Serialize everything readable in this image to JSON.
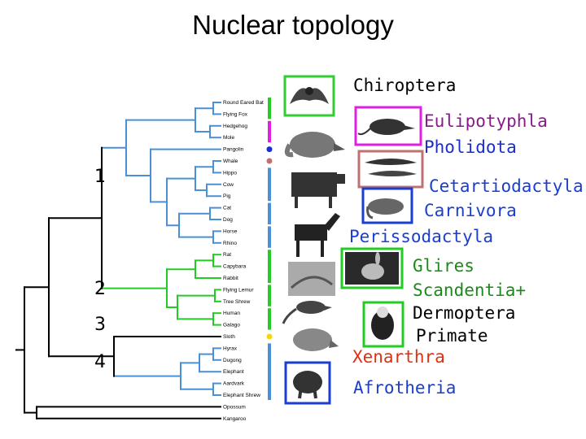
{
  "title": "Nuclear topology",
  "taxa": [
    "Round Eared Bat",
    "Flying Fox",
    "Hedgehog",
    "Mole",
    "Pangolin",
    "Whale",
    "Hippo",
    "Cow",
    "Pig",
    "Cat",
    "Dog",
    "Horse",
    "Rhino",
    "Rat",
    "Capybara",
    "Rabbit",
    "Flying Lemur",
    "Tree Shrew",
    "Human",
    "Galago",
    "Sloth",
    "Hyrax",
    "Dugong",
    "Elephant",
    "Aardvark",
    "Elephant Shrew",
    "Opossum",
    "Kangaroo"
  ],
  "node_numbers": [
    "1",
    "2",
    "3",
    "4"
  ],
  "clades": {
    "chiroptera": "Chiroptera",
    "eulipotyphla": "Eulipotyphla",
    "pholidota": "Pholidota",
    "cetartiodactyla": "Cetartiodactyla",
    "carnivora": "Carnivora",
    "perissodactyla": "Perissodactyla",
    "glires": "Glires",
    "scandentia": "Scandentia+",
    "dermoptera": "Dermoptera",
    "primate": "Primate",
    "xenarthra": "Xenarthra",
    "afrotheria": "Afrotheria"
  },
  "colors": {
    "laurasiatheria": "#4a90d9",
    "euarchontoglires": "#22cc22",
    "afrotheria": "#4a90d9",
    "xenarthra": "#f5d800",
    "eulipotyphla": "#e020e0",
    "pholidota": "#1a2ed0",
    "whale_dot": "#c07070",
    "root": "#000000",
    "clade_text_default": "#000000",
    "clade_text_eulipotyphla": "#8a1a8a",
    "clade_text_pholidota": "#1a2ed0",
    "clade_text_cetartiodactyla": "#1a3ed0",
    "clade_text_carnivora": "#1a3ed0",
    "clade_text_perissodactyla": "#1a3ed0",
    "clade_text_glires": "#1a8a1a",
    "clade_text_scandentia": "#1a8a1a",
    "clade_text_xenarthra": "#e03010",
    "clade_text_afrotheria": "#1a3ed0"
  },
  "images": [
    {
      "name": "bat-image",
      "depicts": "bat"
    },
    {
      "name": "shrew-image",
      "depicts": "shrew"
    },
    {
      "name": "pangolin-image",
      "depicts": "pangolin"
    },
    {
      "name": "dolphin-image",
      "depicts": "dolphins"
    },
    {
      "name": "cow-image",
      "depicts": "cow"
    },
    {
      "name": "civet-image",
      "depicts": "civet"
    },
    {
      "name": "horse-image",
      "depicts": "horse"
    },
    {
      "name": "rabbit-image",
      "depicts": "rabbit"
    },
    {
      "name": "dermoptera-image",
      "depicts": "colugo"
    },
    {
      "name": "armadillo-image",
      "depicts": "armadillo"
    },
    {
      "name": "treeshrew-image",
      "depicts": "tree shrew"
    },
    {
      "name": "primate-image",
      "depicts": "lemur"
    },
    {
      "name": "elephant-image",
      "depicts": "elephant"
    }
  ]
}
